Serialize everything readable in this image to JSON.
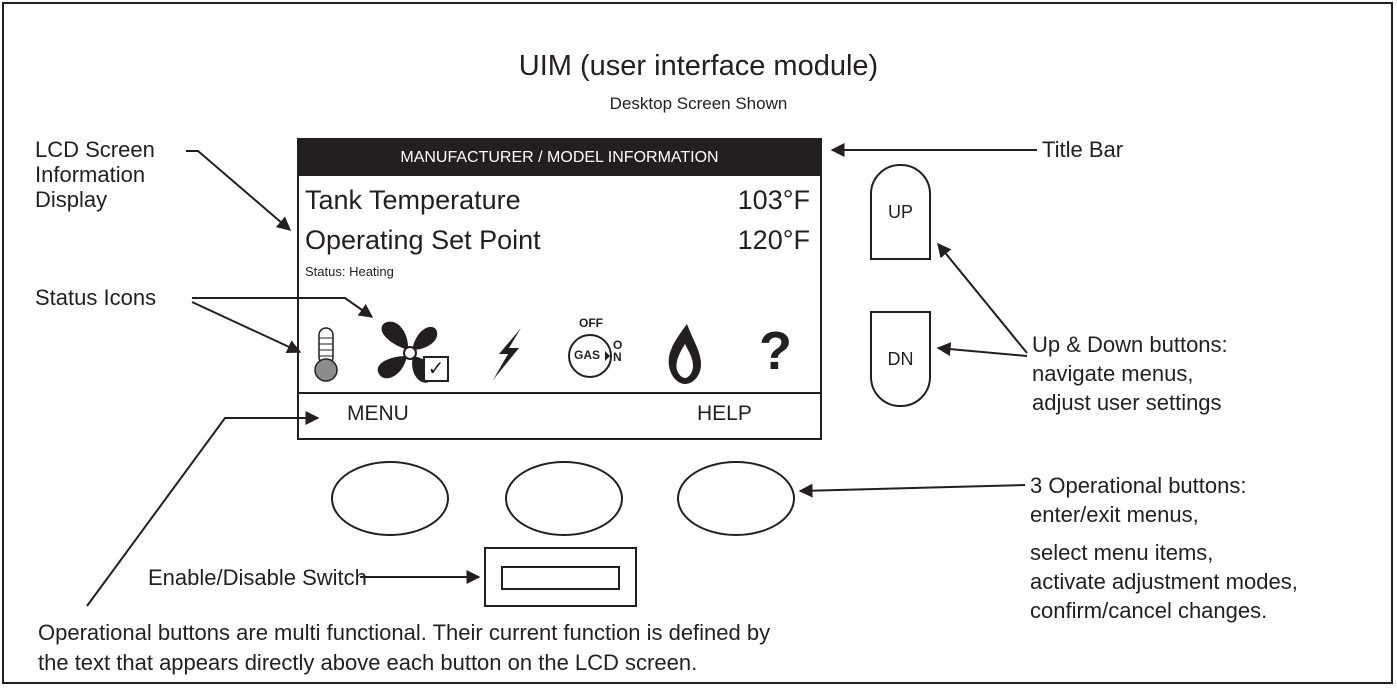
{
  "title": "UIM (user interface module)",
  "subtitle": "Desktop Screen Shown",
  "lcd": {
    "title_bar": "MANUFACTURER / MODEL INFORMATION",
    "rows": [
      {
        "label": "Tank Temperature",
        "value": "103°F"
      },
      {
        "label": "Operating Set Point",
        "value": "120°F"
      }
    ],
    "status": "Status: Heating",
    "icons": {
      "gas_off": "OFF",
      "gas_label": "GAS",
      "gas_on_o": "O",
      "gas_on_n": "N",
      "help_symbol": "?",
      "checkmark": "✓"
    },
    "softkeys": {
      "left": "MENU",
      "right": "HELP"
    }
  },
  "buttons": {
    "up": "UP",
    "down": "DN"
  },
  "callouts": {
    "lcd_screen": [
      "LCD Screen",
      "Information",
      "Display"
    ],
    "title_bar": "Title Bar",
    "status_icons": "Status Icons",
    "up_down": [
      "Up & Down buttons:",
      "navigate menus,",
      "adjust user settings"
    ],
    "operational": [
      "3 Operational buttons:",
      "enter/exit menus,",
      "select menu items,",
      "activate adjustment modes,",
      "confirm/cancel changes."
    ],
    "switch": "Enable/Disable Switch",
    "footnote": [
      "Operational buttons are multi functional. Their current function is defined by",
      "the text that appears directly above each button on the LCD screen."
    ]
  }
}
